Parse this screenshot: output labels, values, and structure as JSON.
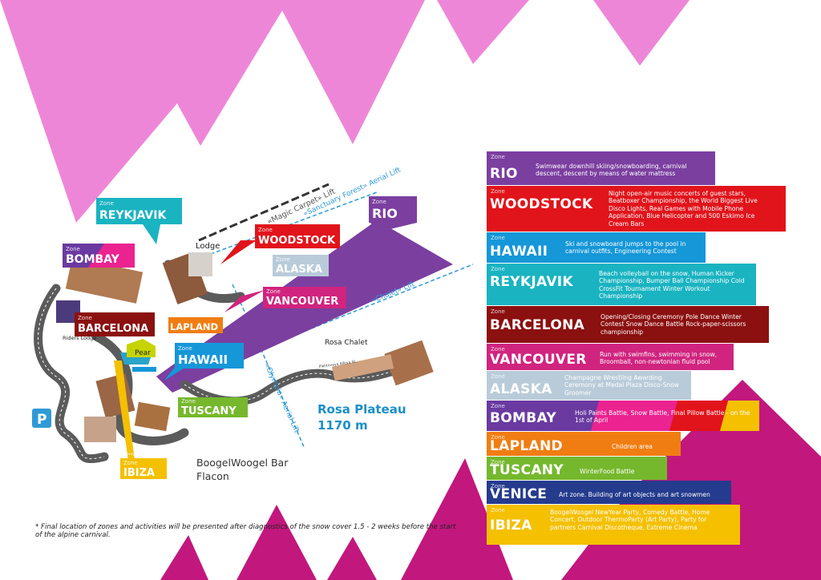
{
  "colors": {
    "pink": "#ee86d8",
    "magenta": "#c2177d",
    "purple": "#7b3fa0",
    "lift": "#2f9ad6"
  },
  "map": {
    "zone_word": "Zone",
    "labels": {
      "reykjavik": "REYKJAVIK",
      "rio": "RIO",
      "bombay": "BOMBAY",
      "woodstock": "WOODSTOCK",
      "alaska": "ALASKA",
      "vancouver": "VANCOUVER",
      "barcelona": "BARCELONA",
      "lapland": "LAPLAND",
      "hawaii": "HAWAII",
      "tuscany": "TUSCANY",
      "ibiza": "IBIZA"
    },
    "lodge": "Lodge",
    "riders_lodge": "Riders Lodge",
    "pear": "Pear",
    "rosa_chalet": "Rosa Chalet",
    "magic_carpet": "«Magic Carpet» Lift",
    "sanctuary_forest": "«Sanctuary Forest» Aerial Lift",
    "chalet_lift": "«Chalet» Lift",
    "olympia_lift": "«Olympia» Aerial Lift",
    "parking": "P",
    "street1": "Pikhtovaya Alleya St.",
    "street2": "Pikhtovaya Alleya St.",
    "plateau_name": "Rosa Plateau",
    "plateau_alt": "1170 m",
    "bar_name": "BoogelWoogel Bar",
    "bar_sub": "Flacon"
  },
  "footnote": "* Final location of zones and activities will be presented after diagnostics of the snow cover 1.5 - 2 weeks before the start of the alpine carnival.",
  "zones": [
    {
      "name": "RIO",
      "desc": "Swimwear downhill skiing/snowboarding, carnival descent, descent by means of water mattress",
      "color": "#7b3fa0"
    },
    {
      "name": "WOODSTOCK",
      "desc": "Night open-air music concerts of guest stars, Beatboxer Championship, the World Biggest Live Disco Lights, Real Games with Mobile Phone Application, Blue Helicopter and 500 Eskimo Ice Cream Bars",
      "color": "#e1141b"
    },
    {
      "name": "HAWAII",
      "desc": "Ski and snowboard jumps to the pool in carnival outfits, Engineering Contest",
      "color": "#1597d8"
    },
    {
      "name": "REYKJAVIK",
      "desc": "Beach volleyball on the snow, Human Kicker Championship, Bumper Ball Championship Cold CrossFit Tournament Winter Workout Championship",
      "color": "#1ab3c1"
    },
    {
      "name": "BARCELONA",
      "desc": "Opening/Closing Ceremony Pole Dance Winter Contest Snow Dance Battle Rock-paper-scissors championship",
      "color": "#8b1010"
    },
    {
      "name": "VANCOUVER",
      "desc": "Run with swimfins, swimming in snow, Broomball, non-newtonian fluid pool",
      "color": "#d0247f"
    },
    {
      "name": "ALASKA",
      "desc": "Champagne Wrestling Awarding Ceremony at Medal Plaza Disco-Snow Groomer",
      "color": "#b9cbd9"
    },
    {
      "name": "BOMBAY",
      "desc": "Holi Paints Battle, Snow Battle, Final Pillow Battle - on the 1st of April",
      "color": "#6a3aa0"
    },
    {
      "name": "LAPLAND",
      "desc": "Children area",
      "color": "#f07d12"
    },
    {
      "name": "TUSCANY",
      "desc": "WinterFood Battle",
      "color": "#75b82d"
    },
    {
      "name": "VENICE",
      "desc": "Art zone. Building of art objects and art snowmen",
      "color": "#253b8d"
    },
    {
      "name": "IBIZA",
      "desc": "BoogelWoogel NewYear Party, Comedy Battle, Home Concert, Outdoor ThermoParty (Art Party), Party for partners Carnival Discotheque, Extreme Cinema",
      "color": "#f4c000"
    }
  ]
}
